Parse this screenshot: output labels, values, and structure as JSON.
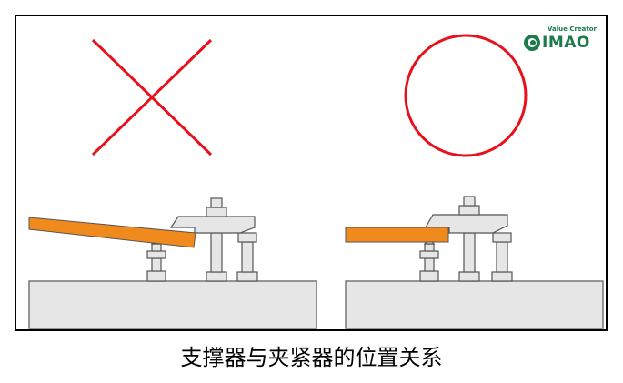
{
  "caption": "支撑器与夹紧器的位置关系",
  "logo": {
    "tagline": "Value Creator",
    "wordmark": "IMAO",
    "color": "#1d7a4a"
  },
  "colors": {
    "wrong_mark": "#e8101c",
    "right_mark": "#e8101c",
    "workpiece": "#f08a1c",
    "part_fill": "#e6e6e6",
    "outline": "#555555"
  },
  "panels": [
    {
      "id": "incorrect",
      "mark": "cross-icon"
    },
    {
      "id": "correct",
      "mark": "circle-icon"
    }
  ]
}
